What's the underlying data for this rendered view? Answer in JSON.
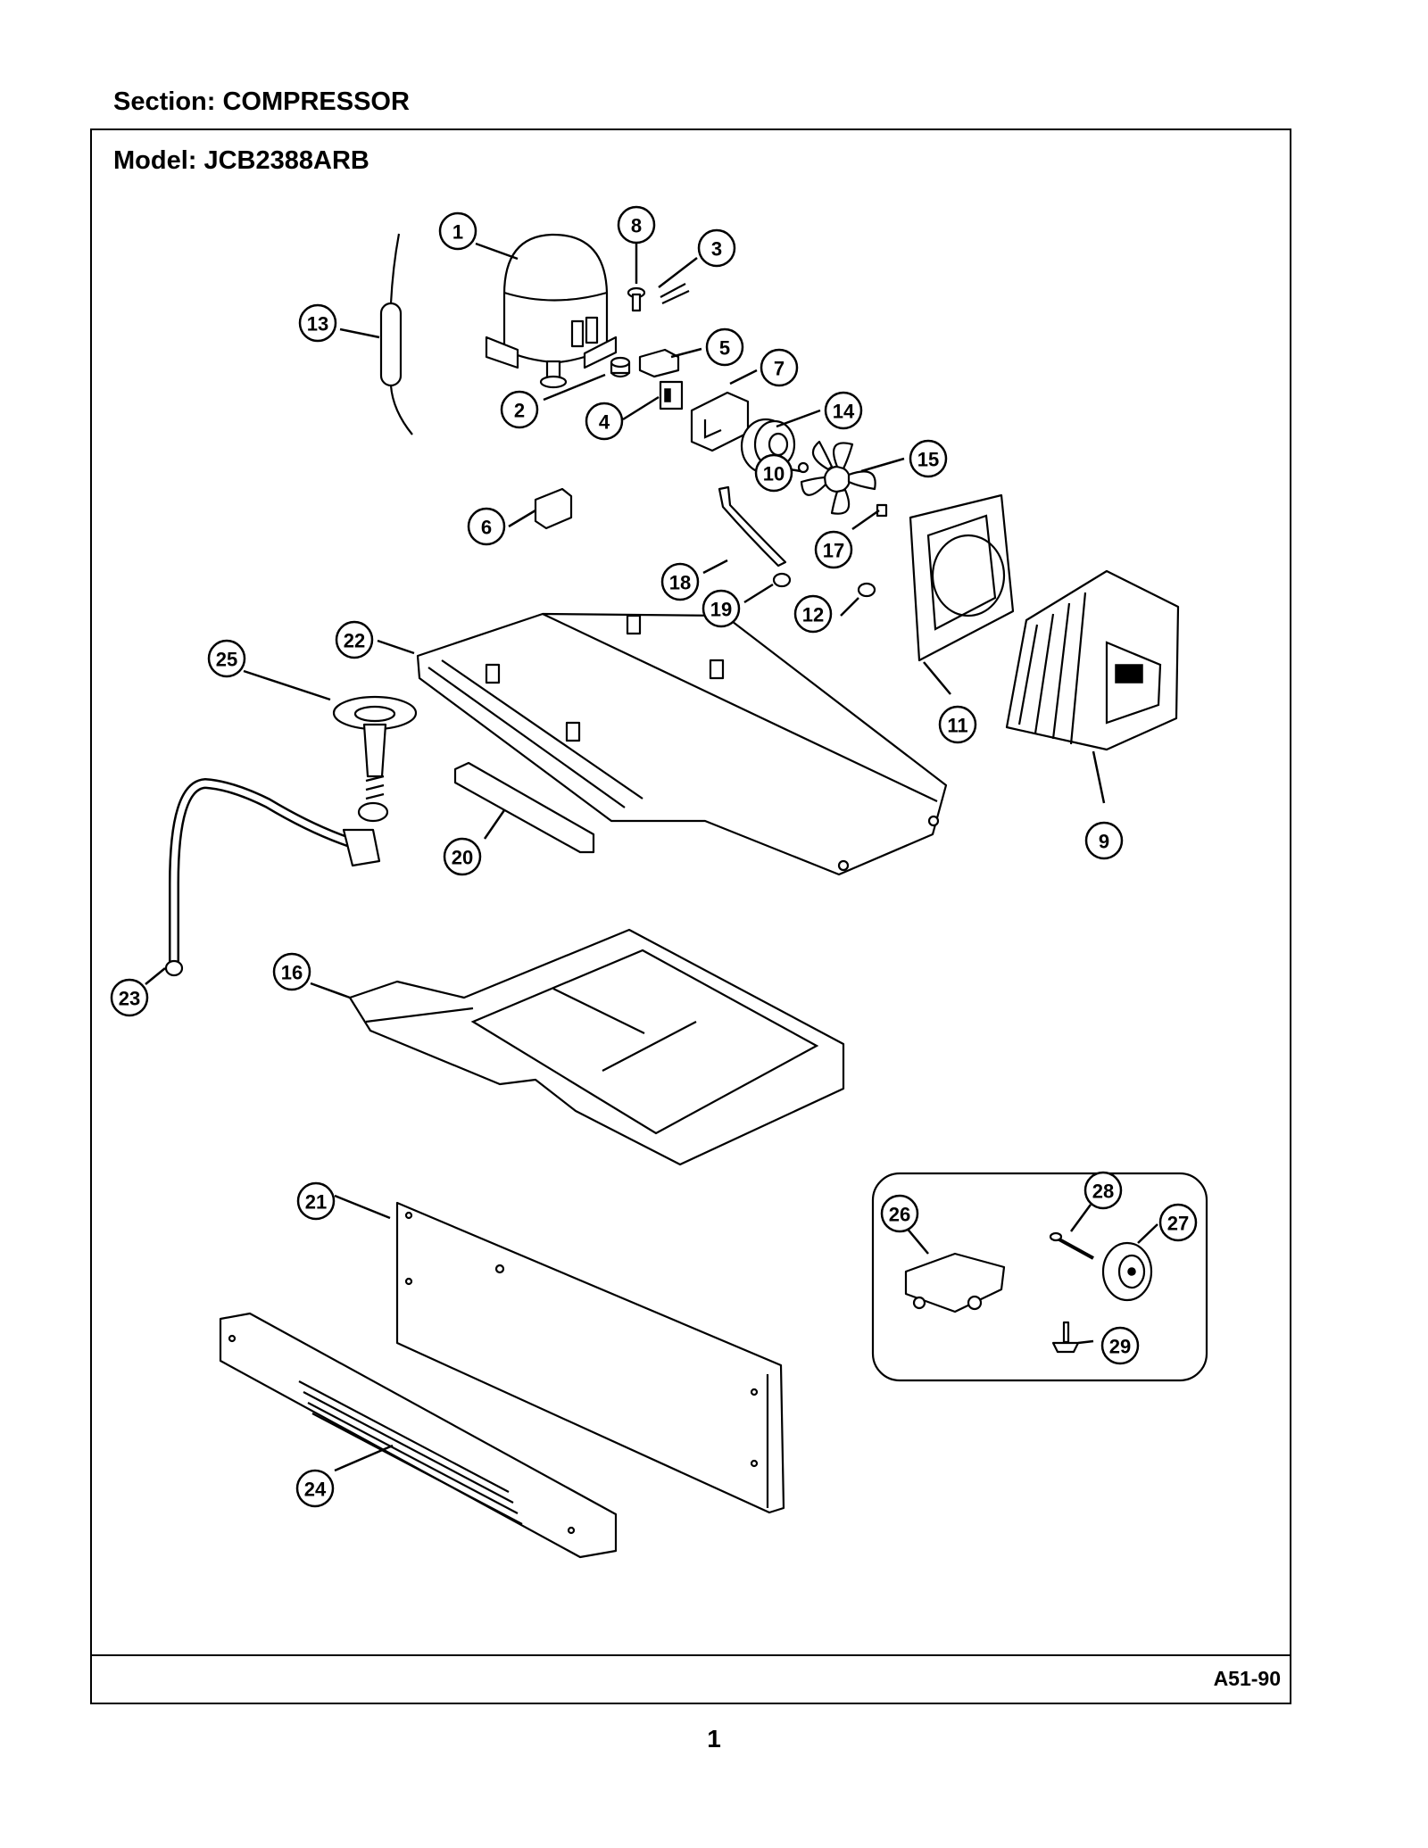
{
  "header": {
    "section_label": "Section:  COMPRESSOR",
    "model_label": "Model:  JCB2388ARB"
  },
  "footer": {
    "diagram_code": "A51-90",
    "page_number": "1"
  },
  "callouts": [
    {
      "id": "callout-1",
      "label": "1"
    },
    {
      "id": "callout-2",
      "label": "2"
    },
    {
      "id": "callout-3",
      "label": "3"
    },
    {
      "id": "callout-4",
      "label": "4"
    },
    {
      "id": "callout-5",
      "label": "5"
    },
    {
      "id": "callout-6",
      "label": "6"
    },
    {
      "id": "callout-7",
      "label": "7"
    },
    {
      "id": "callout-8",
      "label": "8"
    },
    {
      "id": "callout-9",
      "label": "9"
    },
    {
      "id": "callout-10",
      "label": "10"
    },
    {
      "id": "callout-11",
      "label": "11"
    },
    {
      "id": "callout-12",
      "label": "12"
    },
    {
      "id": "callout-13",
      "label": "13"
    },
    {
      "id": "callout-14",
      "label": "14"
    },
    {
      "id": "callout-15",
      "label": "15"
    },
    {
      "id": "callout-16",
      "label": "16"
    },
    {
      "id": "callout-17",
      "label": "17"
    },
    {
      "id": "callout-18",
      "label": "18"
    },
    {
      "id": "callout-19",
      "label": "19"
    },
    {
      "id": "callout-20",
      "label": "20"
    },
    {
      "id": "callout-21",
      "label": "21"
    },
    {
      "id": "callout-22",
      "label": "22"
    },
    {
      "id": "callout-23",
      "label": "23"
    },
    {
      "id": "callout-24",
      "label": "24"
    },
    {
      "id": "callout-25",
      "label": "25"
    },
    {
      "id": "callout-26",
      "label": "26"
    },
    {
      "id": "callout-27",
      "label": "27"
    },
    {
      "id": "callout-28",
      "label": "28"
    },
    {
      "id": "callout-29",
      "label": "29"
    }
  ]
}
